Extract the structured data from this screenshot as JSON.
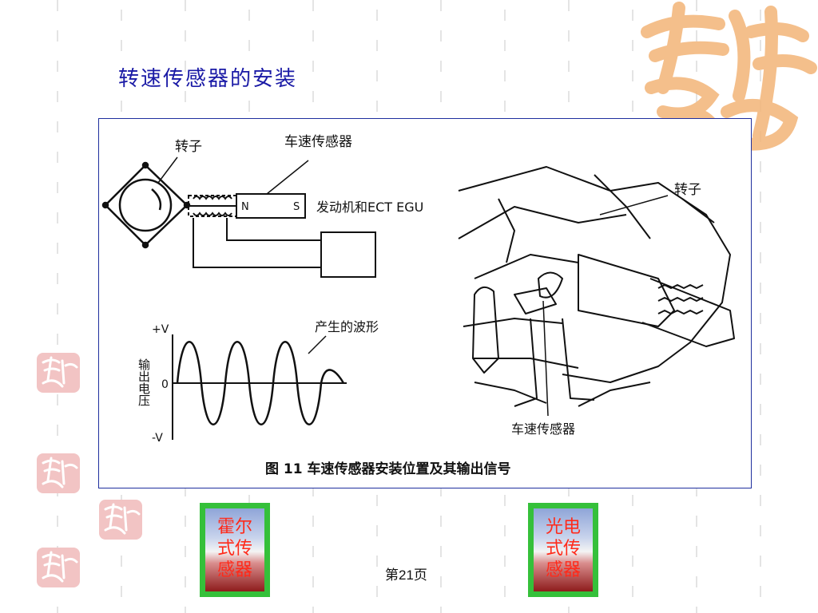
{
  "slide": {
    "title": "转速传感器的安装",
    "page_number": "第21页"
  },
  "figure": {
    "caption": "图 11  车速传感器安装位置及其输出信号",
    "labels": {
      "rotor_left": "转子",
      "speed_sensor_top": "车速传感器",
      "pole_n": "N",
      "pole_s": "S",
      "ecu": "发动机和ECT  EGU",
      "waveform": "产生的波形",
      "y_axis": "输出电压",
      "plus_v": "+V",
      "zero": "0",
      "minus_v": "-V",
      "rotor_right": "转子",
      "speed_sensor_bottom": "车速传感器"
    }
  },
  "buttons": {
    "hall": [
      "霍尔",
      "式传",
      "感器"
    ],
    "optical": [
      "光电",
      "式传",
      "感器"
    ]
  },
  "colors": {
    "title": "#1a1aa6",
    "frame_border": "#1f2f9e",
    "button_border": "#35c03a",
    "button_text": "#ff2a1a",
    "seal": "#f3b477",
    "seal_small": "#e8a2a2"
  },
  "icons": {
    "large_seal": "ji-xiang-ru-yi-seal",
    "small_seal": "ji-xiang-ru-yi-stamp"
  }
}
